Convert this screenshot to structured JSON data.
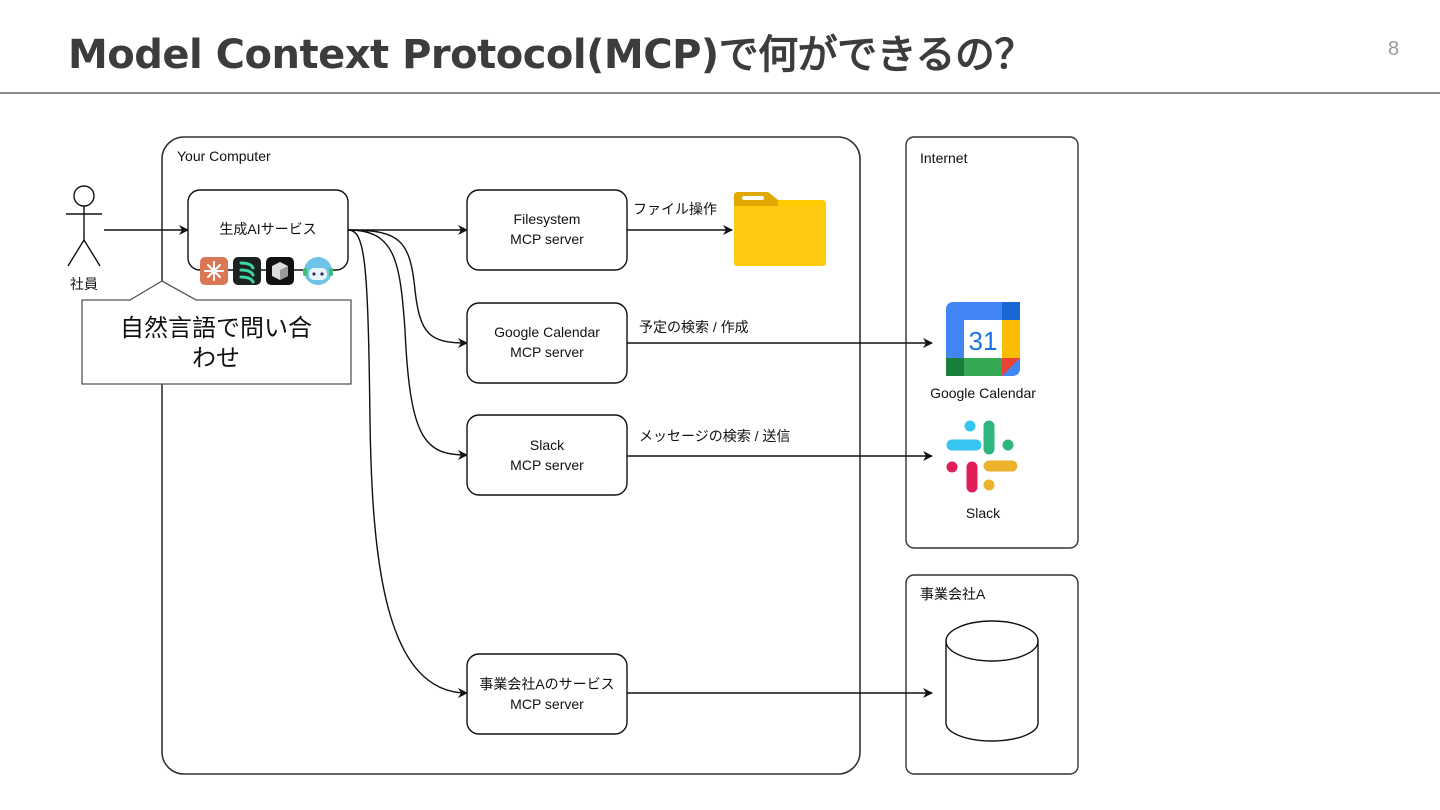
{
  "header": {
    "title": "Model Context Protocol(MCP)で何ができるの？",
    "page_number": "8"
  },
  "actor": {
    "label": "社員",
    "icon": "stick-figure-icon"
  },
  "callout": {
    "line1": "自然言語で問い合",
    "line2": "わせ"
  },
  "groups": {
    "your_computer": "Your Computer",
    "internet": "Internet",
    "company_a": "事業会社A"
  },
  "ai_service": {
    "label": "生成AIサービス",
    "app_icons": [
      "claude-icon",
      "cursor-like-green-icon",
      "cube-app-icon",
      "chatbot-headset-icon"
    ]
  },
  "servers": [
    {
      "line1": "Filesystem",
      "line2": "MCP server",
      "edge_label": "ファイル操作",
      "target": "folder-icon"
    },
    {
      "line1": "Google Calendar",
      "line2": "MCP server",
      "edge_label": "予定の検索 /  作成",
      "target": "google-calendar-icon"
    },
    {
      "line1": "Slack",
      "line2": "MCP server",
      "edge_label": "メッセージの検索 / 送信",
      "target": "slack-icon"
    },
    {
      "line1": "事業会社Aのサービス",
      "line2": "MCP server",
      "edge_label": "",
      "target": "database-icon"
    }
  ],
  "targets": {
    "google_calendar_label": "Google Calendar",
    "google_calendar_day": "31",
    "slack_label": "Slack"
  },
  "colors": {
    "folder": "#FFCC00",
    "folder_tab": "#E0A800",
    "gcal_blue": "#4285F4",
    "gcal_green": "#34A853",
    "gcal_yellow": "#FBBC04",
    "gcal_red": "#EA4335",
    "slack_blue": "#36C5F0",
    "slack_green": "#2EB67D",
    "slack_red": "#E01E5A",
    "slack_yellow": "#ECB22E"
  }
}
